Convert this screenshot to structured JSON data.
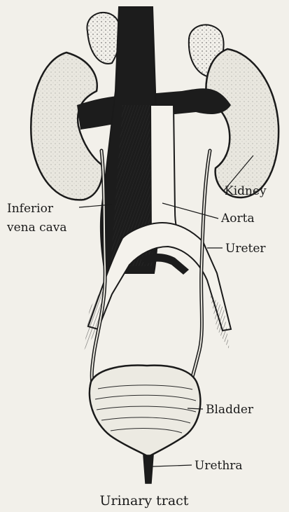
{
  "diagram": {
    "labels": {
      "kidney": "Kidney",
      "inferior_vena_cava_line1": "Inferior",
      "inferior_vena_cava_line2": "vena cava",
      "aorta": "Aorta",
      "ureter": "Ureter",
      "bladder": "Bladder",
      "urethra": "Urethra"
    },
    "caption": "Urinary tract",
    "colors": {
      "paper": "#f2f0ea",
      "ink": "#1a1a1a",
      "organ_fill": "#e9e7df",
      "dark_vessel": "#1c1c1c"
    }
  }
}
